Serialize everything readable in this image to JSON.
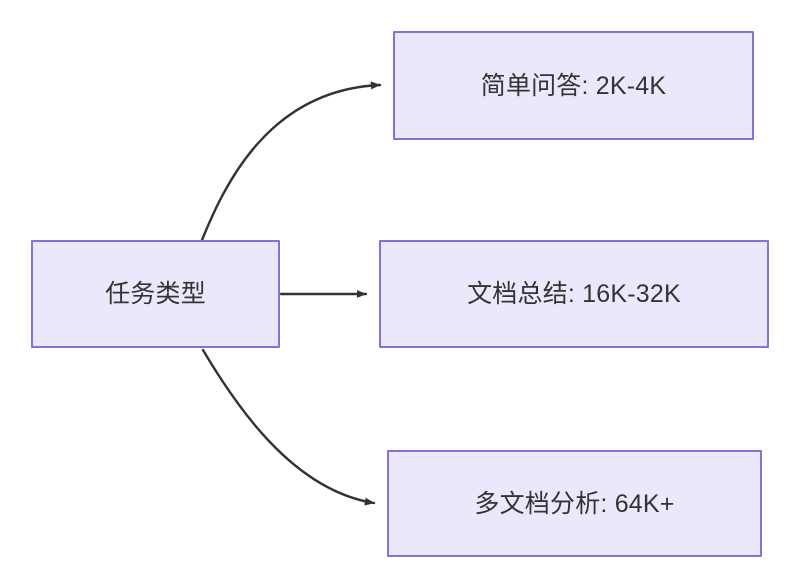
{
  "diagram": {
    "type": "flowchart",
    "direction": "left-to-right",
    "background_color": "#ffffff",
    "node_fill_color": "#ece8fb",
    "node_border_color": "#8c6fd6",
    "node_text_color": "#333333",
    "edge_color": "#333333",
    "nodes": [
      {
        "id": "source",
        "label": "任务类型",
        "role": "source"
      },
      {
        "id": "simple-qa",
        "label": "简单问答: 2K-4K",
        "role": "target"
      },
      {
        "id": "doc-summary",
        "label": "文档总结: 16K-32K",
        "role": "target"
      },
      {
        "id": "multi-doc",
        "label": "多文档分析: 64K+",
        "role": "target"
      }
    ],
    "edges": [
      {
        "id": "edge-source-simple-qa",
        "from": "source",
        "to": "simple-qa",
        "label": "",
        "style": "curved",
        "arrowhead": "filled-triangle"
      },
      {
        "id": "edge-source-doc-summary",
        "from": "source",
        "to": "doc-summary",
        "label": "",
        "style": "straight",
        "arrowhead": "filled-triangle"
      },
      {
        "id": "edge-source-multi-doc",
        "from": "source",
        "to": "multi-doc",
        "label": "",
        "style": "curved",
        "arrowhead": "filled-triangle"
      }
    ]
  }
}
